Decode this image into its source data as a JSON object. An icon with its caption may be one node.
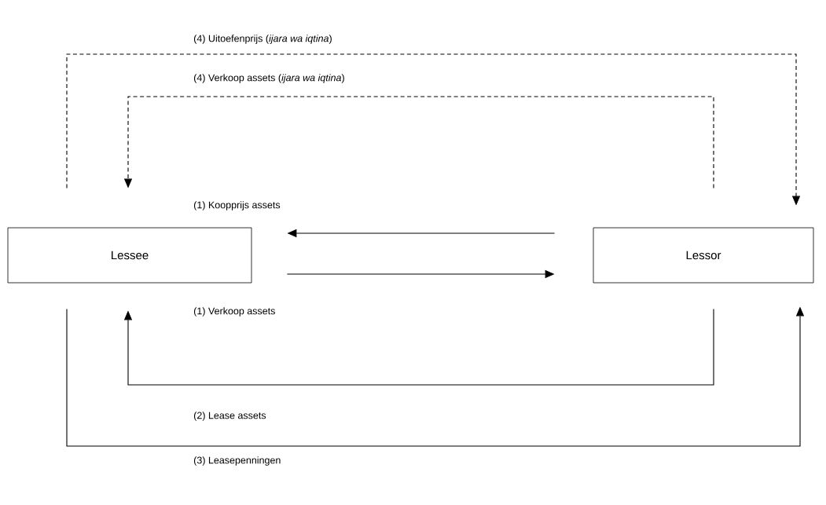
{
  "diagram": {
    "nodes": [
      {
        "text": [
          "Lessee"
        ]
      },
      {
        "text": [
          "Lessor"
        ]
      }
    ],
    "edges": [
      {
        "from": 1,
        "to": 0,
        "arrow": "to",
        "style": "dashed",
        "label": "(4)  Verkoop assets (*ijara wa iqtina*)"
      },
      {
        "from": 0,
        "to": 1,
        "arrow": "to",
        "style": "dashed",
        "label": "(4)  Uitoefenprijs (*ijara wa iqtina*)"
      },
      {
        "from": 1,
        "to": 0,
        "arrow": "to",
        "label": "(1)  Koopprijs assets"
      },
      {
        "from": 0,
        "to": 1,
        "arrow": "to",
        "label": "(1)  Verkoop assets"
      },
      {
        "from": 1,
        "to": 0,
        "arrow": "to",
        "label": "(2)  Lease assets"
      },
      {
        "from": 0,
        "to": 1,
        "arrow": "to",
        "label": "(3)  Leasepenningen"
      }
    ]
  }
}
